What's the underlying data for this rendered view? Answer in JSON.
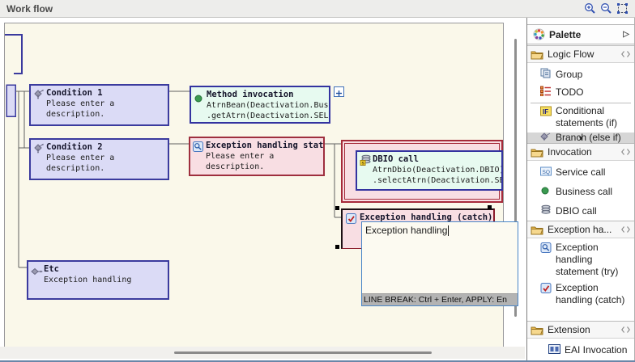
{
  "toolbar": {
    "title": "Work flow"
  },
  "canvas": {
    "nodes": {
      "condition1": {
        "title": "Condition 1",
        "desc": "Please enter a\ndescription."
      },
      "method_invocation": {
        "title": "Method invocation",
        "code": "AtrnBean(Deactivation.Busin\n.getAtrn(Deactivation.SELEC"
      },
      "condition2": {
        "title": "Condition 2",
        "desc": "Please enter a\ndescription."
      },
      "try_statement": {
        "title": "Exception handling stat...",
        "desc": "Please enter a\ndescription."
      },
      "dbio_call": {
        "title": "DBIO call",
        "code": "AtrnDbio(Deactivation.DBIO)\n.selectAtrn(Deactivation.SE"
      },
      "catch_block": {
        "title": "Exception handling (catch)"
      },
      "etc": {
        "title": "Etc",
        "desc": "Exception handling"
      }
    },
    "editor": {
      "value": "Exception handling",
      "hint": "LINE BREAK: Ctrl + Enter, APPLY: En"
    }
  },
  "palette": {
    "title": "Palette",
    "sections": {
      "logic_flow": {
        "label": "Logic Flow",
        "items": {
          "group": "Group",
          "todo": "TODO",
          "conditional": "Conditional statements (if)",
          "branch": "Branch (else if)"
        }
      },
      "invocation": {
        "label": "Invocation",
        "items": {
          "service": "Service call",
          "business": "Business call",
          "dbio": "DBIO call"
        }
      },
      "exception_handling": {
        "label": "Exception ha...",
        "items": {
          "try": "Exception handling statement (try)",
          "catch": "Exception handling (catch)",
          "more": "Exception"
        }
      },
      "extension": {
        "label": "Extension",
        "items": {
          "eai": "EAI Invocation"
        }
      }
    }
  },
  "colors": {
    "canvas_bg": "#faf8ea",
    "node_blue_fill": "#dbdbf6",
    "node_blue_border": "#3b3b9e",
    "node_green_fill": "#e7faf0",
    "node_pink_fill": "#f8dee3",
    "node_red_border": "#a02f3e",
    "selection_handle": "#000000",
    "editor_border": "#4a86c8"
  }
}
